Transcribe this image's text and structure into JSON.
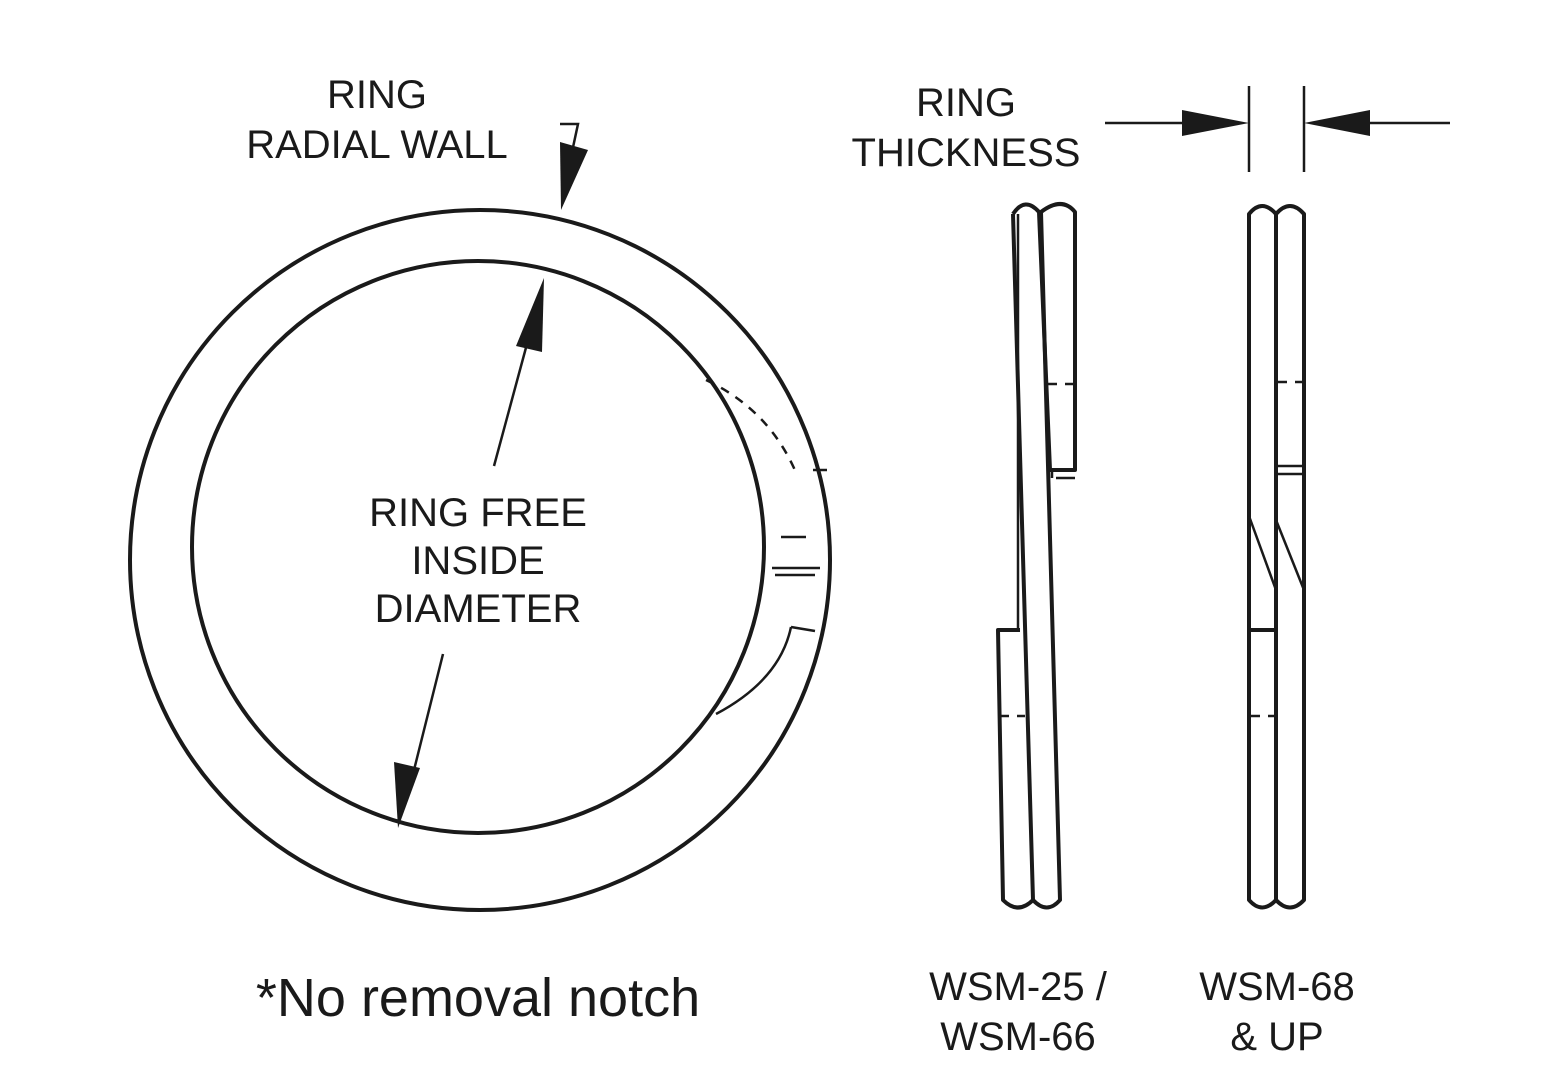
{
  "labels": {
    "radial_wall_line1": "RING",
    "radial_wall_line2": "RADIAL WALL",
    "free_id_line1": "RING FREE",
    "free_id_line2": "INSIDE",
    "free_id_line3": "DIAMETER",
    "thickness_line1": "RING",
    "thickness_line2": "THICKNESS",
    "note": "*No removal notch",
    "model_a_line1": "WSM-25 /",
    "model_a_line2": "WSM-66",
    "model_b_line1": "WSM-68",
    "model_b_line2": "& UP"
  },
  "colors": {
    "ink": "#1a1a1a",
    "background": "#ffffff"
  }
}
